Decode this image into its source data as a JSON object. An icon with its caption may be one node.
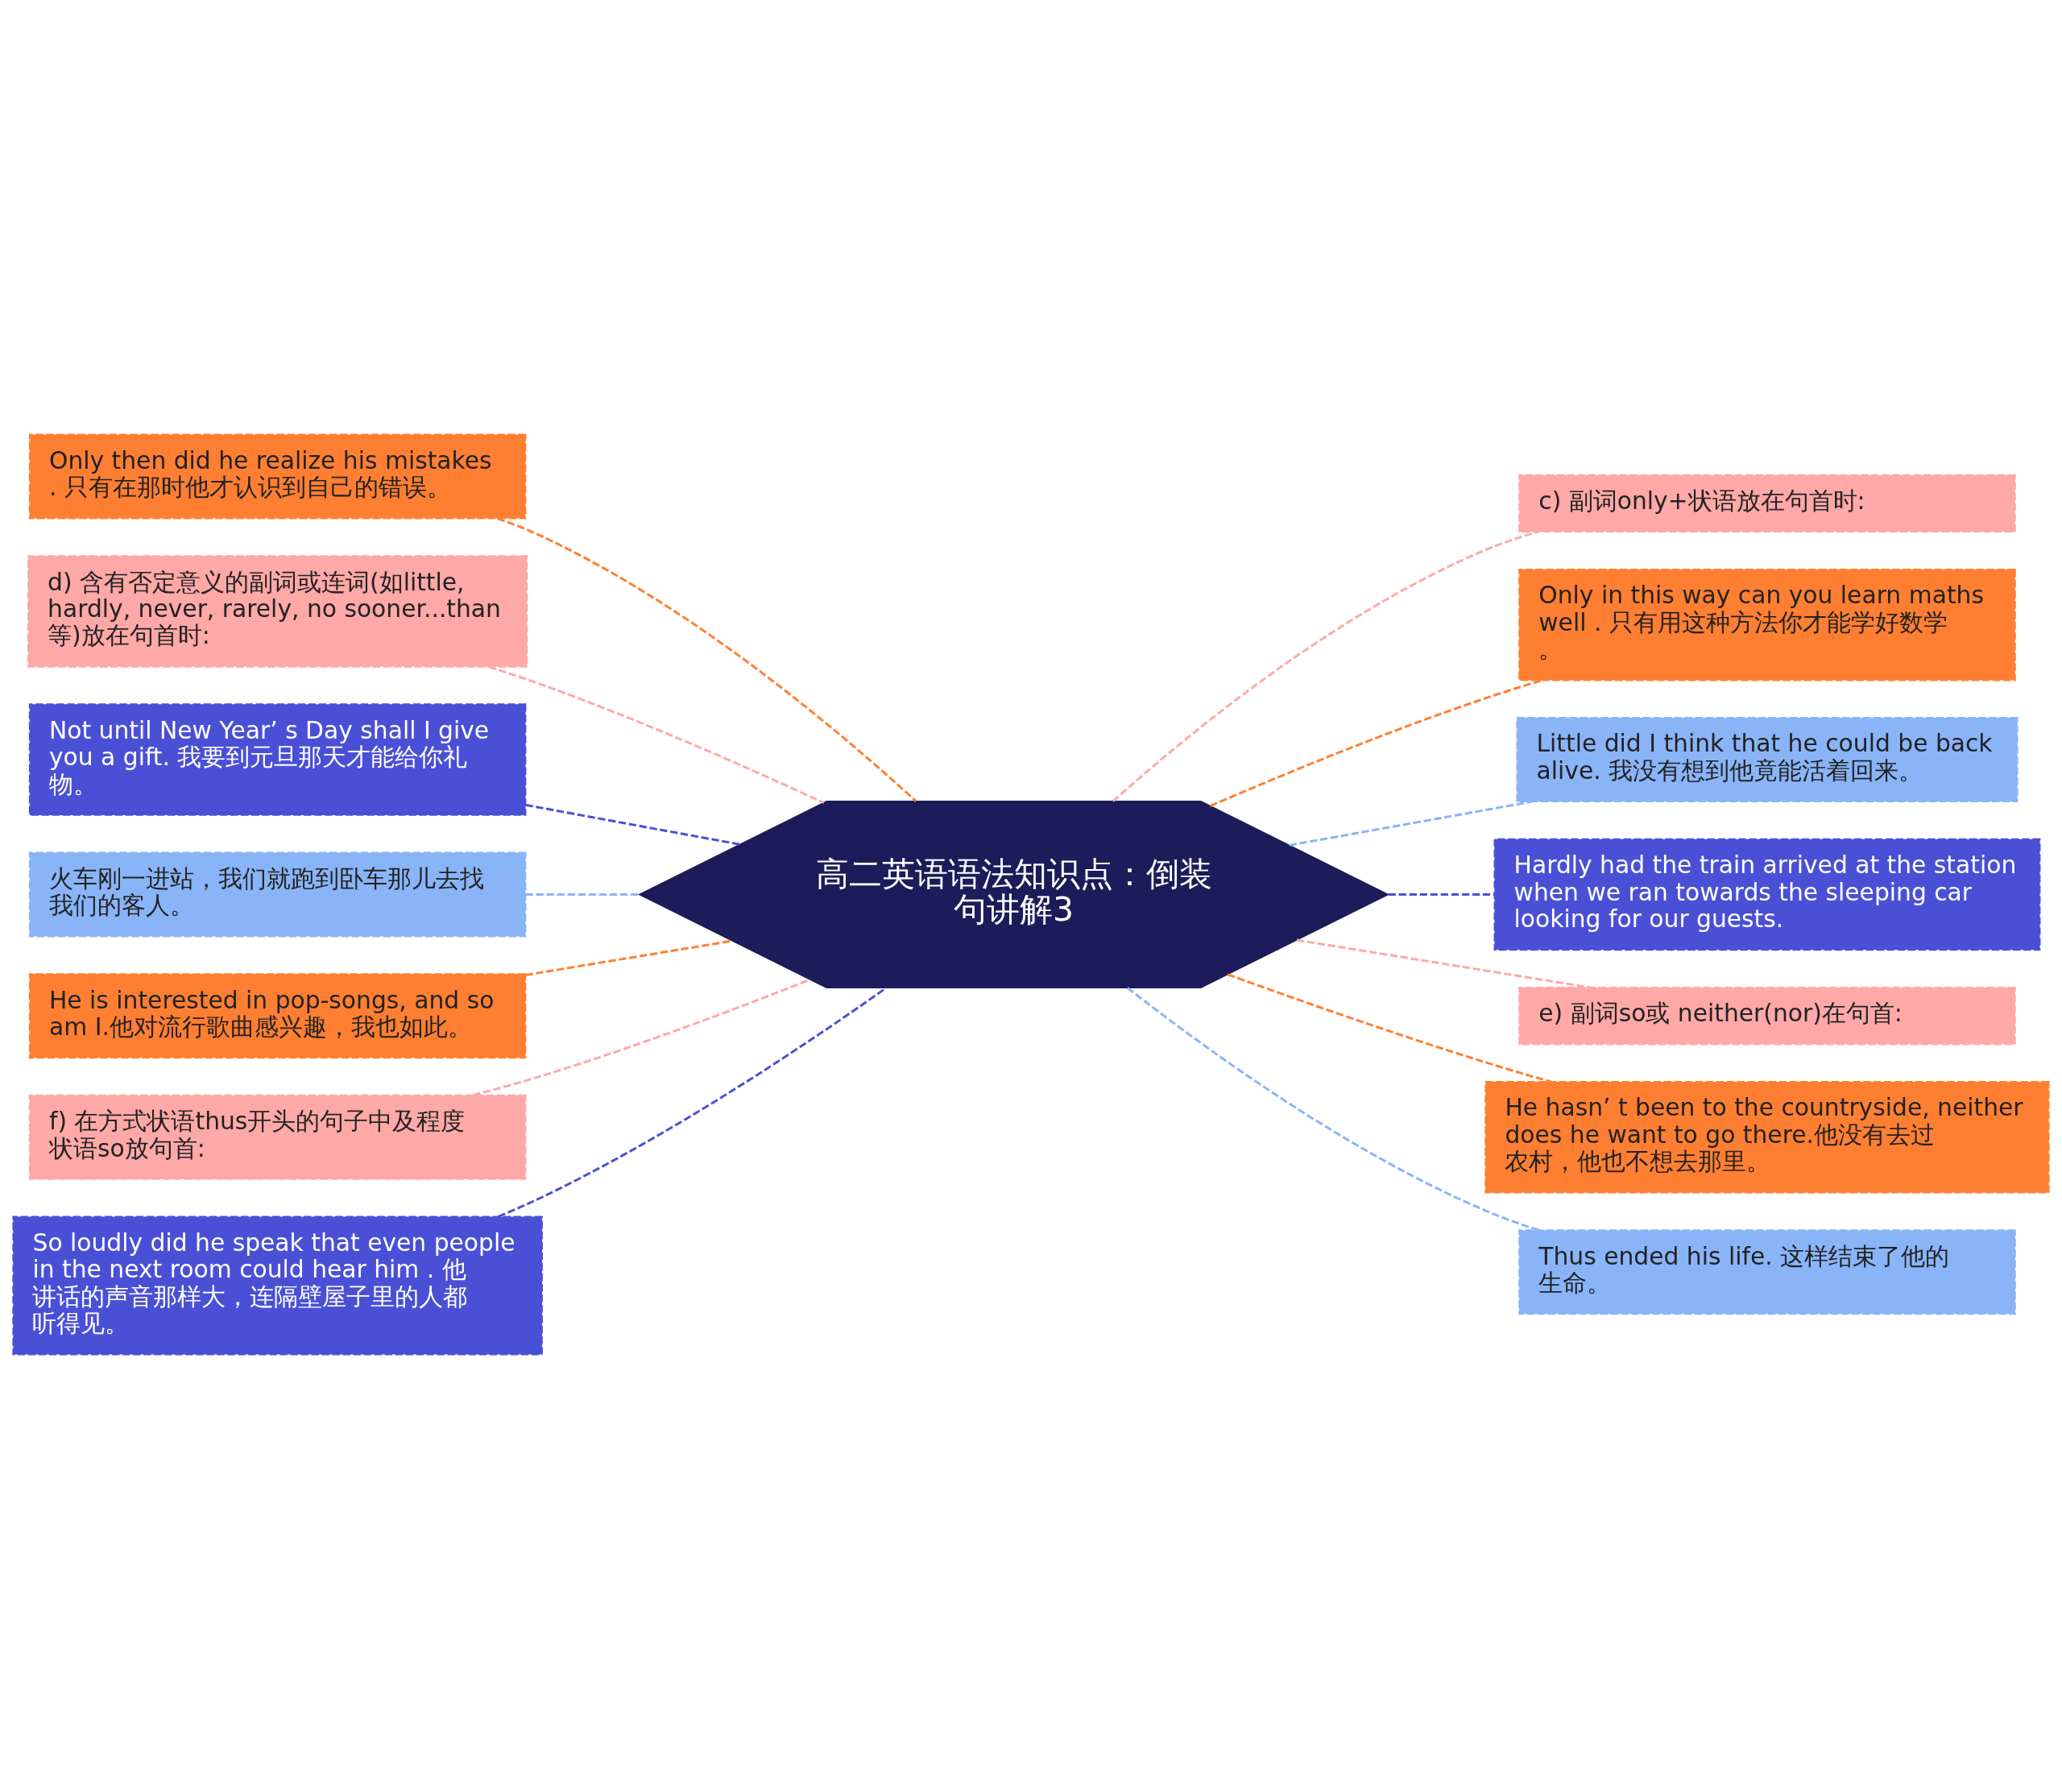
{
  "diagram": {
    "nodes": [
      {
        "text": [
          "高二英语语法知识点：倒装句讲解3"
        ]
      },
      {
        "text": [
          "Only then did he realize his mistakes . 只有在那时他才认识到自己的错误。"
        ]
      },
      {
        "text": [
          "d) 含有否定意义的副词或连词(如little, hardly, never, rarely, no sooner...than等)放在句首时:"
        ]
      },
      {
        "text": [
          "Not until New Year’ s Day shall I give you a gift. 我要到元旦那天才能给你礼物。"
        ]
      },
      {
        "text": [
          "火车刚一进站，我们就跑到卧车那儿去找我们的客人。"
        ]
      },
      {
        "text": [
          "He is interested in pop-songs, and so am I.他对流行歌曲感兴趣，我也如此。"
        ]
      },
      {
        "text": [
          "f) 在方式状语thus开头的句子中及程度状语so放句首:"
        ]
      },
      {
        "text": [
          "So loudly did he speak that even people in the next room could hear him . 他讲话的声音那样大，连隔壁屋子里的人都听得见。"
        ]
      },
      {
        "text": [
          "c) 副词only+状语放在句首时:"
        ]
      },
      {
        "text": [
          "Only in this way can you learn maths well . 只有用这种方法你才能学好数学。"
        ]
      },
      {
        "text": [
          "Little did I think that he could be back alive. 我没有想到他竟能活着回来。"
        ]
      },
      {
        "text": [
          "Hardly had the train arrived at the station when we ran towards the sleeping car looking for our guests."
        ]
      },
      {
        "text": [
          "e) 副词so或 neither(nor)在句首:"
        ]
      },
      {
        "text": [
          "He hasn’ t been to the countryside, neither does he want to go there.他没有去过农村，他也不想去那里。"
        ]
      },
      {
        "text": [
          "Thus ended his life. 这样结束了他的生命。"
        ]
      }
    ],
    "edges": [
      {
        "from": 0,
        "to": 1,
        "arrow": "none",
        "style": "dashed",
        "color": "#ff7f32"
      },
      {
        "from": 0,
        "to": 2,
        "arrow": "none",
        "style": "dashed",
        "color": "#ffa8a8"
      },
      {
        "from": 0,
        "to": 3,
        "arrow": "none",
        "style": "dashed",
        "color": "#4a50d6"
      },
      {
        "from": 0,
        "to": 4,
        "arrow": "none",
        "style": "dashed",
        "color": "#8ab4f8"
      },
      {
        "from": 0,
        "to": 5,
        "arrow": "none",
        "style": "dashed",
        "color": "#ff7f32"
      },
      {
        "from": 0,
        "to": 6,
        "arrow": "none",
        "style": "dashed",
        "color": "#ffa8a8"
      },
      {
        "from": 0,
        "to": 7,
        "arrow": "none",
        "style": "dashed",
        "color": "#4a50d6"
      },
      {
        "from": 0,
        "to": 8,
        "arrow": "none",
        "style": "dashed",
        "color": "#ffa8a8"
      },
      {
        "from": 0,
        "to": 9,
        "arrow": "none",
        "style": "dashed",
        "color": "#ff7f32"
      },
      {
        "from": 0,
        "to": 10,
        "arrow": "none",
        "style": "dashed",
        "color": "#8ab4f8"
      },
      {
        "from": 0,
        "to": 11,
        "arrow": "none",
        "style": "dashed",
        "color": "#4a50d6"
      },
      {
        "from": 0,
        "to": 12,
        "arrow": "none",
        "style": "dashed",
        "color": "#ffa8a8"
      },
      {
        "from": 0,
        "to": 13,
        "arrow": "none",
        "style": "dashed",
        "color": "#ff7f32"
      },
      {
        "from": 0,
        "to": 14,
        "arrow": "none",
        "style": "dashed",
        "color": "#8ab4f8"
      }
    ]
  }
}
